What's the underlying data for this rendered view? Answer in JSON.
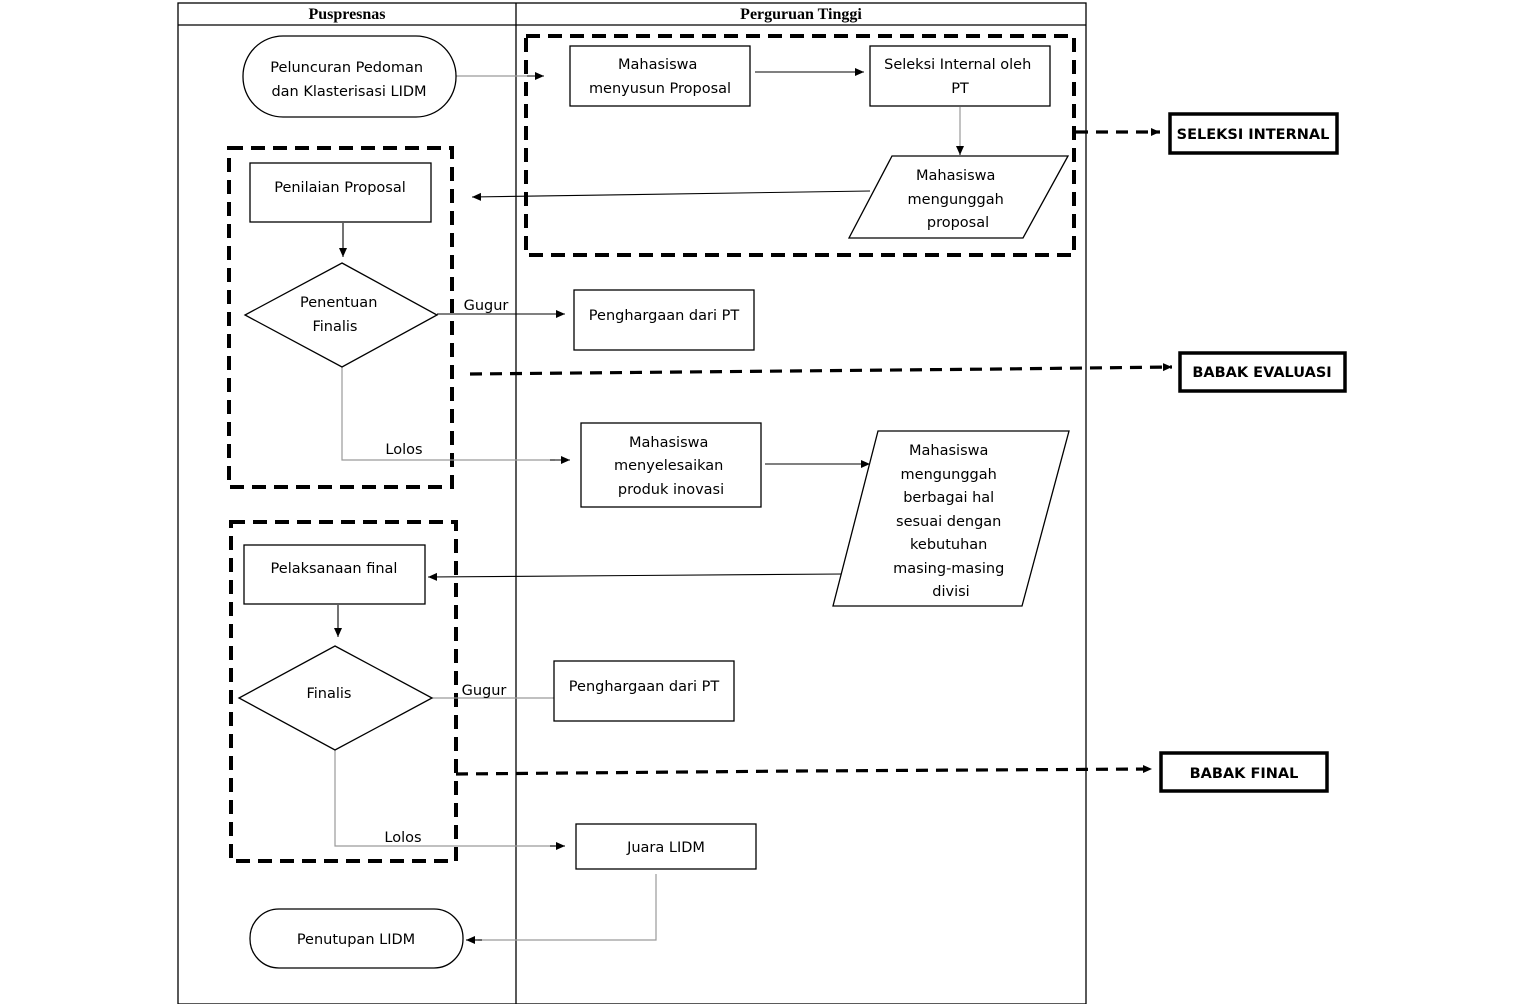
{
  "lanes": {
    "left": "Puspresnas",
    "right": "Perguruan Tinggi"
  },
  "nodes": {
    "launch": [
      "Peluncuran Pedoman",
      "dan Klasterisasi  LIDM"
    ],
    "compose": [
      "Mahasiswa",
      "menyusun Proposal"
    ],
    "internal": [
      "Seleksi Internal oleh",
      "PT"
    ],
    "upload_proposal": [
      "Mahasiswa",
      "mengunggah",
      "proposal"
    ],
    "assess": [
      "Penilaian Proposal"
    ],
    "finalist": [
      "Penentuan",
      "Finalis"
    ],
    "award1": [
      "Penghargaan dari PT"
    ],
    "complete": [
      "Mahasiswa",
      "menyelesaikan",
      "produk inovasi"
    ],
    "upload_all": [
      "Mahasiswa",
      "mengunggah",
      "berbagai hal",
      "sesuai dengan",
      "kebutuhan",
      "masing-masing",
      "divisi"
    ],
    "final_exec": [
      "Pelaksanaan final"
    ],
    "finals": [
      "Finalis"
    ],
    "award2": [
      "Penghargaan dari PT"
    ],
    "champion": [
      "Juara LIDM"
    ],
    "closing": [
      "Penutupan LIDM"
    ]
  },
  "edge_labels": {
    "drop1": "Gugur",
    "pass1": "Lolos",
    "drop2": "Gugur",
    "pass2": "Lolos"
  },
  "phases": {
    "internal": "SELEKSI INTERNAL",
    "evaluation": "BABAK EVALUASI",
    "final": "BABAK FINAL"
  }
}
